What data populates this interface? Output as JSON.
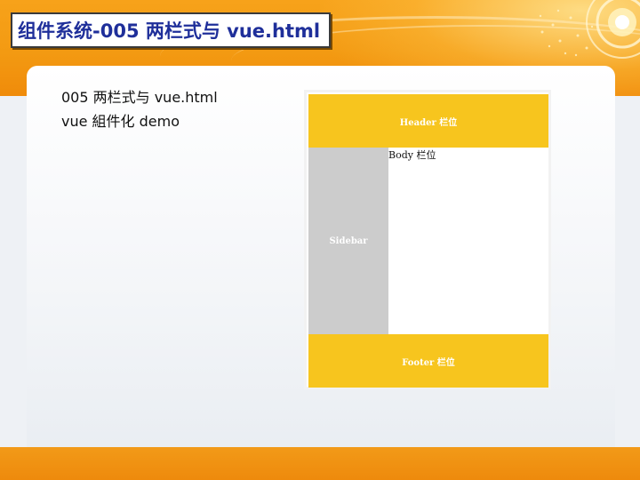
{
  "slide": {
    "title": "组件系统-005 两栏式与 vue.html"
  },
  "content": {
    "lines": [
      "005 两栏式与 vue.html",
      "vue 組件化 demo"
    ]
  },
  "demo": {
    "header_label": "Header 栏位",
    "sidebar_label": "Sidebar",
    "body_label": "Body 栏位",
    "footer_label": "Footer 栏位"
  },
  "colors": {
    "banner_orange": "#f39a12",
    "title_text": "#1f2f9a",
    "demo_header_footer": "#f7c51e",
    "demo_sidebar": "#cccccc"
  }
}
